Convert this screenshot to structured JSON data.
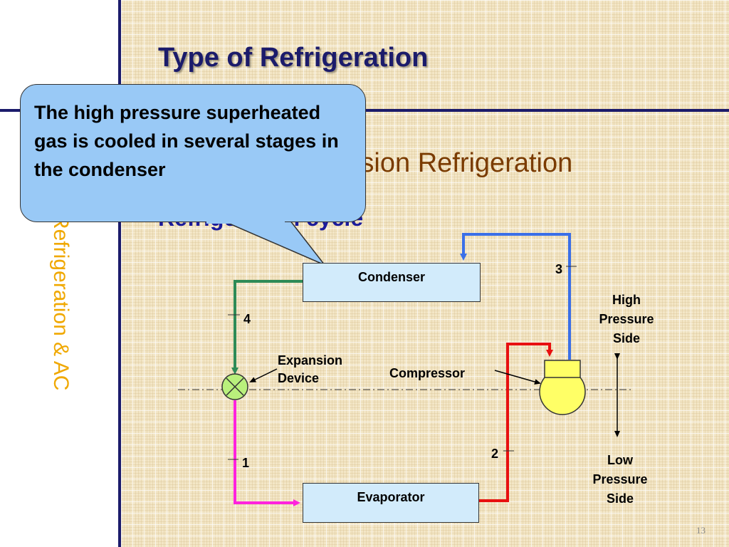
{
  "slide": {
    "title": "Type of Refrigeration",
    "subtitle": "Vapour Compression Refrigeration",
    "subtitle2": "Refrigeration cycle",
    "sidebar_text": "Refrigeration & AC",
    "page_number": "13"
  },
  "callout": {
    "text": "The high pressure superheated gas is cooled in several stages in the condenser"
  },
  "diagram": {
    "components": {
      "condenser": "Condenser",
      "evaporator": "Evaporator",
      "compressor": "Compressor",
      "expansion_line1": "Expansion",
      "expansion_line2": "Device"
    },
    "points": {
      "p1": "1",
      "p2": "2",
      "p3": "3",
      "p4": "4"
    },
    "sides": {
      "high": [
        "High",
        "Pressure",
        "Side"
      ],
      "low": [
        "Low",
        "Pressure",
        "Side"
      ]
    },
    "line_colors": {
      "condenser_to_expansion": "#2e8b57",
      "expansion_to_evaporator": "#ff22dd",
      "evaporator_to_compressor": "#e81010",
      "compressor_to_condenser": "#3a6fe8"
    }
  }
}
